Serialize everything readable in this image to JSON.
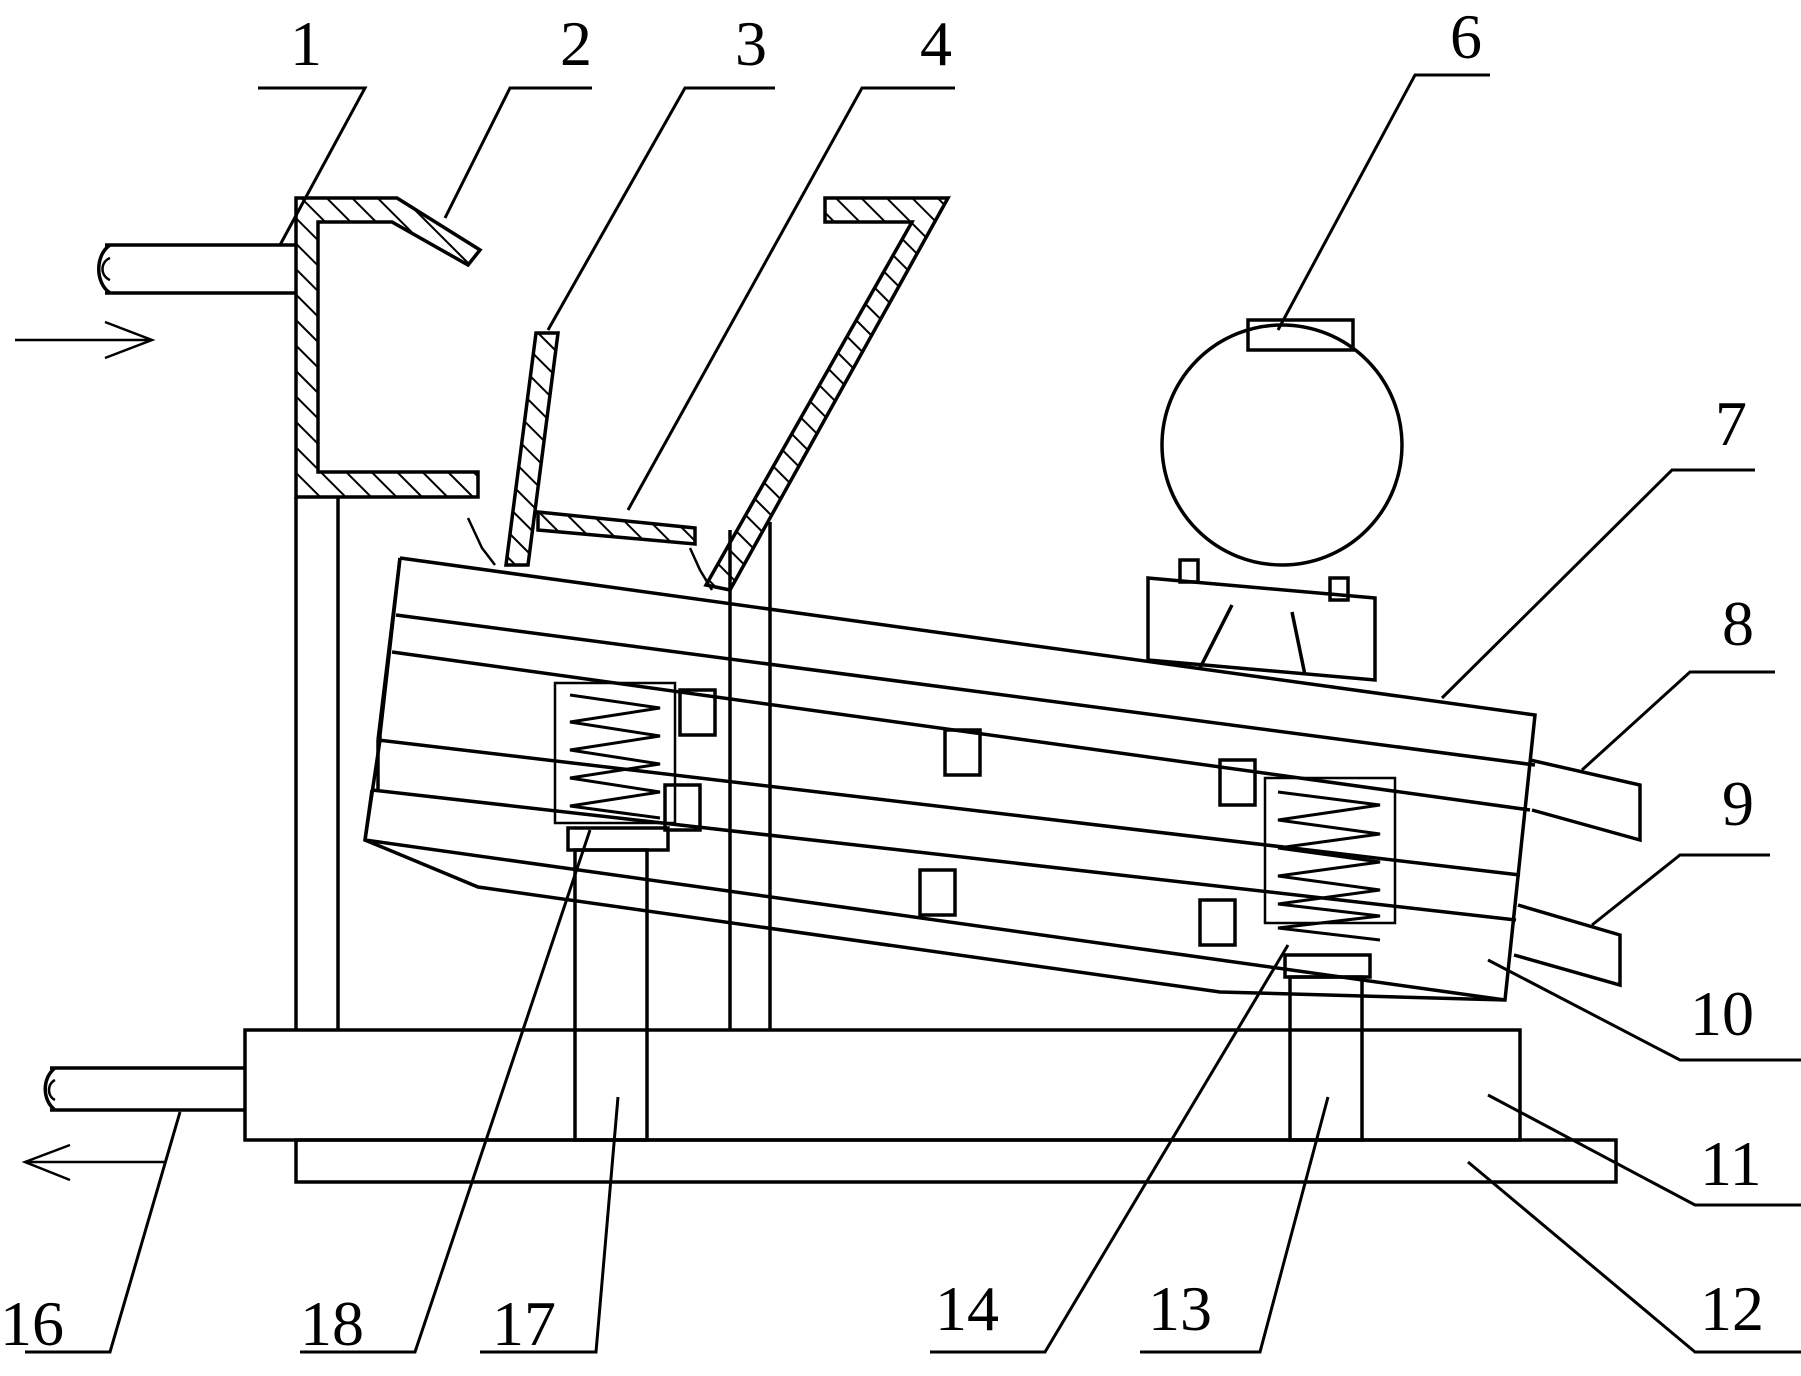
{
  "callouts": [
    {
      "id": "1",
      "label": "1"
    },
    {
      "id": "2",
      "label": "2"
    },
    {
      "id": "3",
      "label": "3"
    },
    {
      "id": "4",
      "label": "4"
    },
    {
      "id": "6",
      "label": "6"
    },
    {
      "id": "7",
      "label": "7"
    },
    {
      "id": "8",
      "label": "8"
    },
    {
      "id": "9",
      "label": "9"
    },
    {
      "id": "10",
      "label": "10"
    },
    {
      "id": "11",
      "label": "11"
    },
    {
      "id": "12",
      "label": "12"
    },
    {
      "id": "13",
      "label": "13"
    },
    {
      "id": "14",
      "label": "14"
    },
    {
      "id": "16",
      "label": "16"
    },
    {
      "id": "17",
      "label": "17"
    },
    {
      "id": "18",
      "label": "18"
    }
  ]
}
